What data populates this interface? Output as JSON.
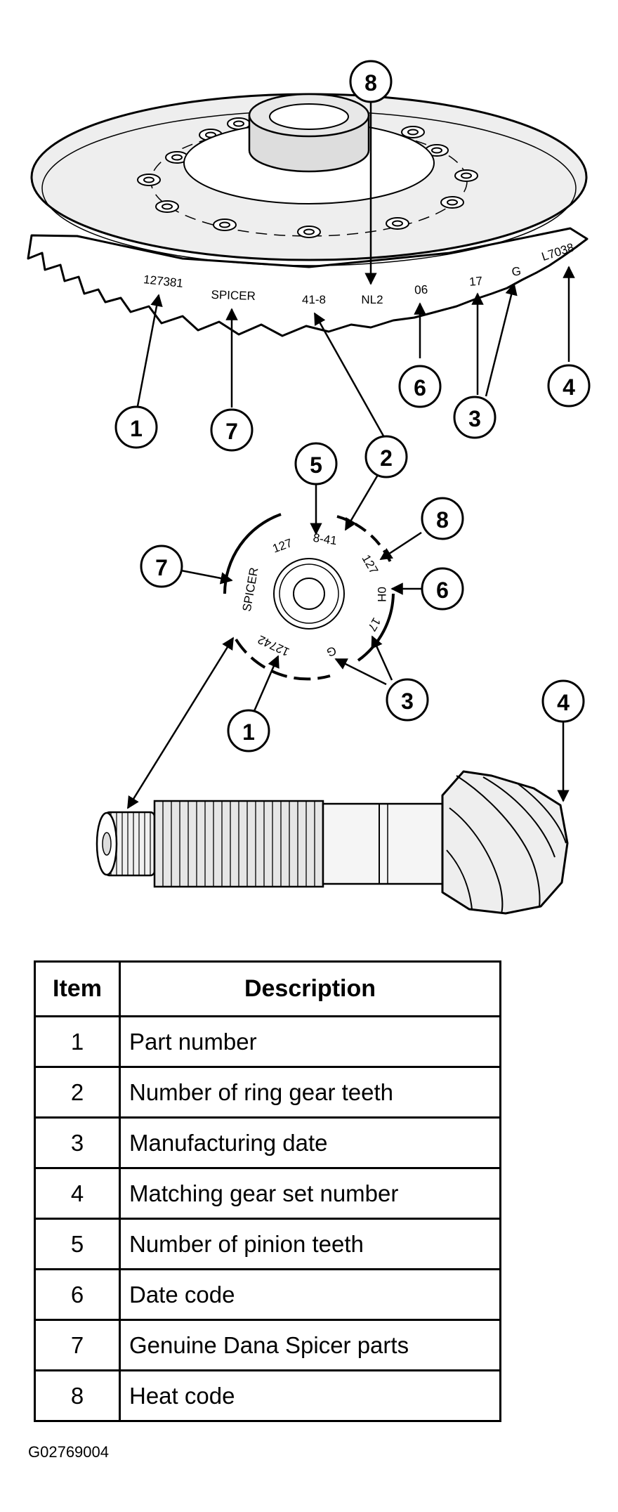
{
  "diagram": {
    "callouts": {
      "ring_top": "8",
      "ring_1": "1",
      "ring_7": "7",
      "ring_6": "6",
      "ring_3": "3",
      "ring_4": "4",
      "pin_5": "5",
      "pin_2": "2",
      "pin_8": "8",
      "pin_7": "7",
      "pin_6": "6",
      "pin_1": "1",
      "pin_3": "3",
      "shaft_4": "4"
    },
    "ring_gear_markings": {
      "part_number": "127381",
      "brand": "SPICER",
      "ratio": "41-8",
      "heat_code": "NL2",
      "date_code": "06",
      "date_num": "17",
      "date_letter": "G",
      "set_number": "L7038"
    },
    "pinion_face_markings": {
      "prefix": "127",
      "ratio": "8-41",
      "heat_code": "127",
      "date_code": "0H",
      "date_num": "17",
      "date_letter": "G",
      "part_number": "12742",
      "brand": "SPICER"
    }
  },
  "table": {
    "headers": {
      "item": "Item",
      "description": "Description"
    },
    "rows": [
      {
        "item": "1",
        "description": "Part number"
      },
      {
        "item": "2",
        "description": "Number of ring gear teeth"
      },
      {
        "item": "3",
        "description": "Manufacturing date"
      },
      {
        "item": "4",
        "description": "Matching gear set number"
      },
      {
        "item": "5",
        "description": "Number of pinion teeth"
      },
      {
        "item": "6",
        "description": "Date code"
      },
      {
        "item": "7",
        "description": "Genuine Dana Spicer parts"
      },
      {
        "item": "8",
        "description": "Heat code"
      }
    ]
  },
  "figure_id": "G02769004"
}
